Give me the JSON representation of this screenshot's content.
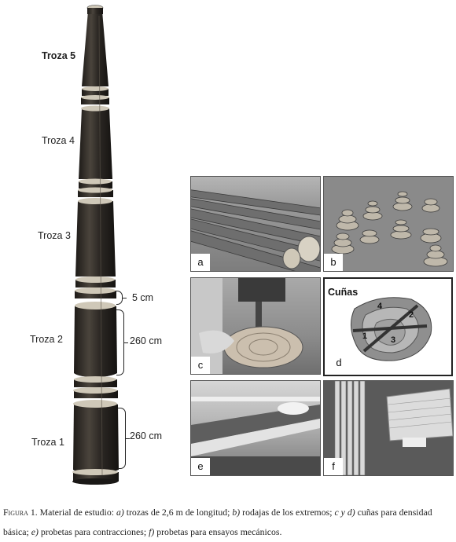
{
  "log_labels": {
    "troza5": "Troza 5",
    "troza4": "Troza 4",
    "troza3": "Troza 3",
    "troza2": "Troza  2",
    "troza1": "Troza 1"
  },
  "dimensions": {
    "disk": "5    cm",
    "troza2_len": "260 cm",
    "troza1_len": "260 cm"
  },
  "panels": {
    "a": "a",
    "b": "b",
    "c": "c",
    "d": "d",
    "e": "e",
    "f": "f",
    "d_title": "Cuñas",
    "d_numbers": [
      "1",
      "2",
      "3",
      "4"
    ]
  },
  "caption": {
    "fig_label": "Figura 1.",
    "p1": " Material de estudio: ",
    "a": "a)",
    "a_text": " trozas de 2,6 m de longitud; ",
    "b": "b)",
    "b_text": " rodajas de los extremos; ",
    "cd": "c y d)",
    "cd_text": " cuñas para densidad básica; ",
    "e": "e)",
    "e_text": " probetas para contracciones; ",
    "f": "f)",
    "f_text": " probetas para ensayos mecánicos."
  },
  "colors": {
    "bark": "#2f2b26",
    "wood": "#c9c2b3",
    "photo_gray": "#8a8a8a"
  }
}
